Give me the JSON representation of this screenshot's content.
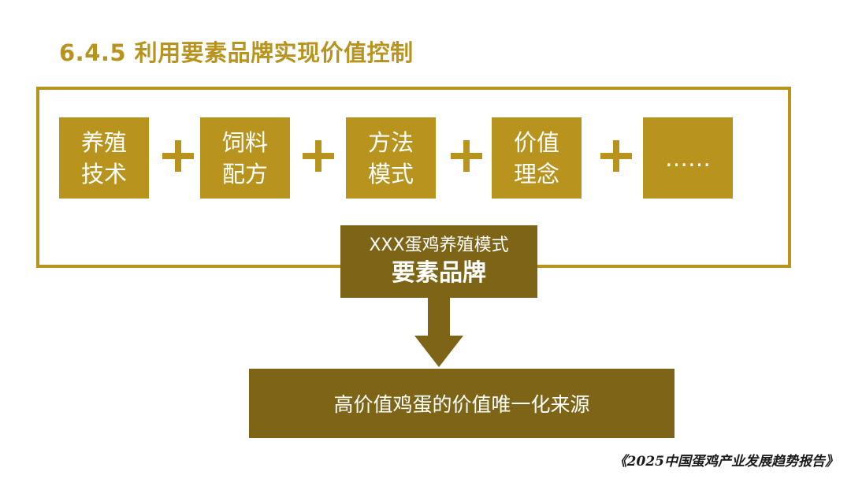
{
  "title": "6.4.5 利用要素品牌实现价值控制",
  "factors": [
    {
      "line1": "养殖",
      "line2": "技术"
    },
    {
      "line1": "饲料",
      "line2": "配方"
    },
    {
      "line1": "方法",
      "line2": "模式"
    },
    {
      "line1": "价值",
      "line2": "理念"
    },
    {
      "line1": "……",
      "line2": ""
    }
  ],
  "plus_symbol": "+",
  "brand": {
    "line1": "XXX蛋鸡养殖模式",
    "line2": "要素品牌"
  },
  "result": "高价值鸡蛋的价值唯一化来源",
  "footer": "《2025中国蛋鸡产业发展趋势报告》",
  "colors": {
    "gold": "#b8941f",
    "dark_gold": "#7e6416"
  }
}
